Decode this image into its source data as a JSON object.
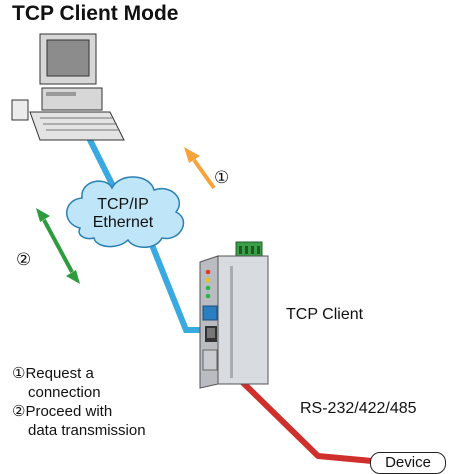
{
  "title": "TCP Client Mode",
  "cloud": {
    "line1": "TCP/IP",
    "line2": "Ethernet"
  },
  "step_markers": {
    "one": "①",
    "two": "②"
  },
  "labels": {
    "tcp_client": "TCP Client",
    "serial": "RS-232/422/485",
    "device": "Device"
  },
  "notes": {
    "line1": "①Request a",
    "line2": "connection",
    "line3": "②Proceed with",
    "line4": "data transmission"
  },
  "colors": {
    "ethernet_cable": "#3aa9e0",
    "serial_cable": "#d0302c",
    "request_arrow": "#f5a33a",
    "transmission_arrow": "#2e9b3e",
    "cloud_fill": "#bfe6f8",
    "cloud_stroke": "#2a7fb3"
  },
  "icons": [
    "computer-icon",
    "nport-device-icon",
    "cloud-icon"
  ]
}
